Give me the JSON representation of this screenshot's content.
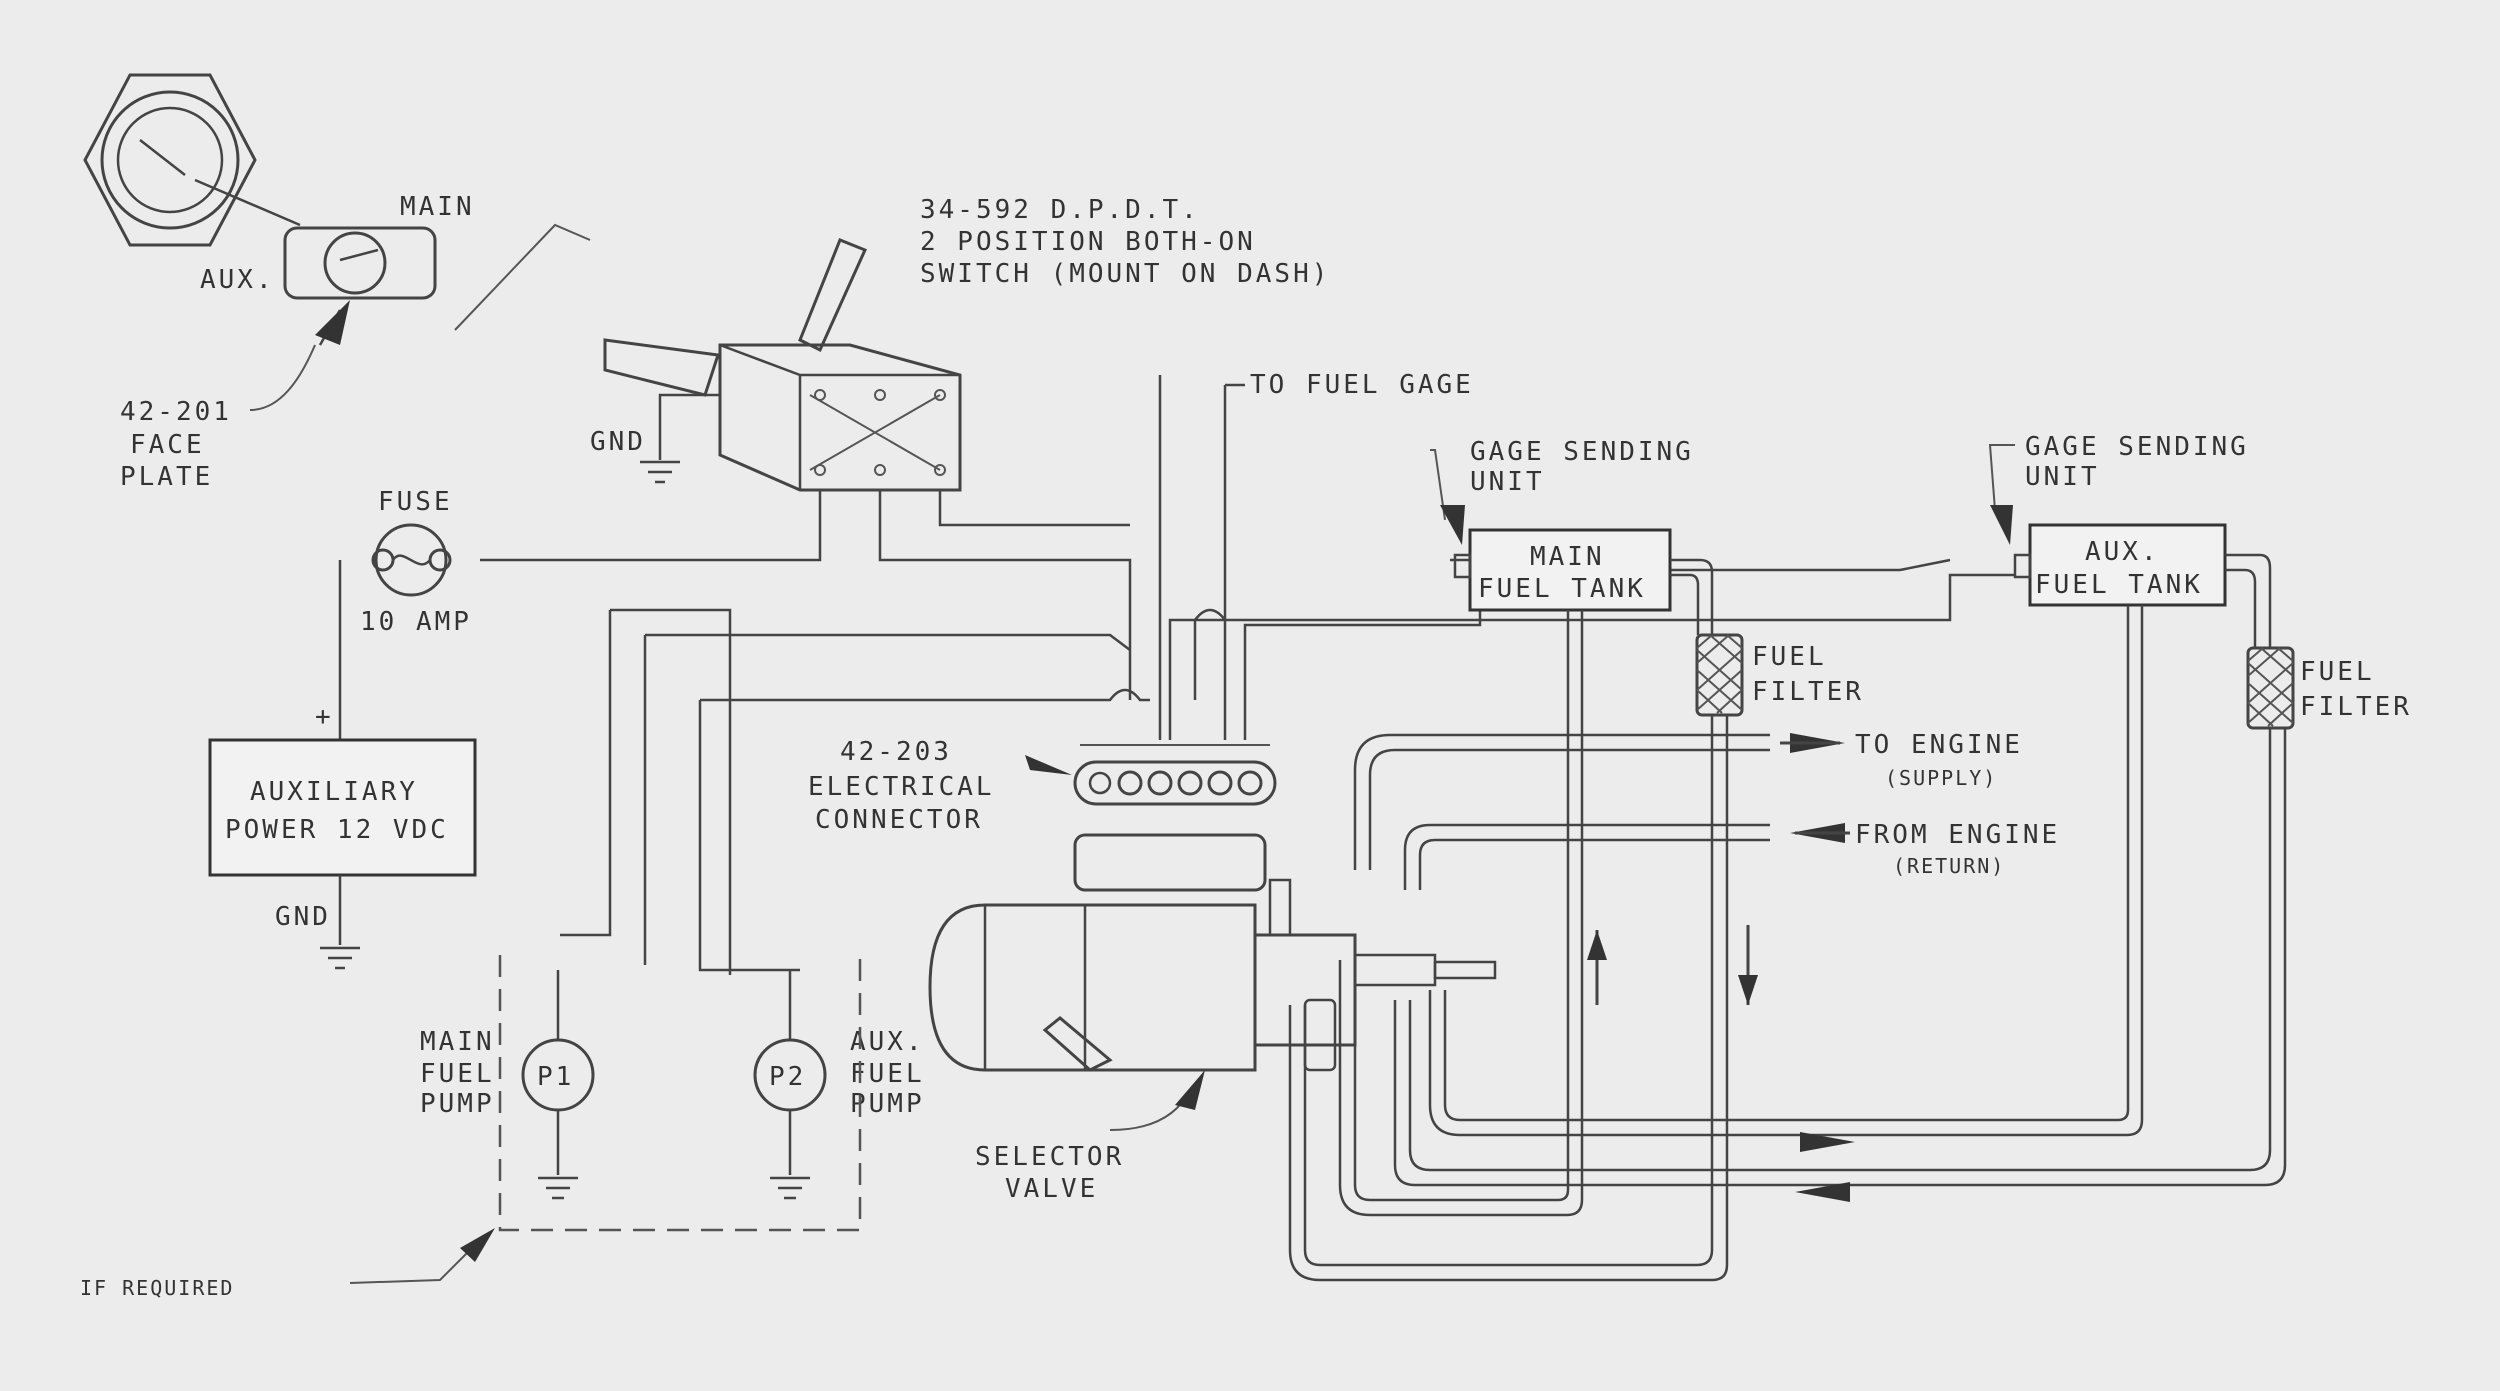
{
  "labels": {
    "main": "MAIN",
    "aux": "AUX.",
    "face_plate_part": "42-201",
    "face_plate_1": "FACE",
    "face_plate_2": "PLATE",
    "switch_1": "34-592 D.P.D.T.",
    "switch_2": "2 POSITION BOTH-ON",
    "switch_3": "SWITCH (MOUNT ON DASH)",
    "gnd": "GND",
    "fuse": "FUSE",
    "fuse_rating": "10 AMP",
    "plus": "+",
    "aux_power_1": "AUXILIARY",
    "aux_power_2": "POWER 12 VDC",
    "to_fuel_gage": "TO FUEL GAGE",
    "gage_sending_1": "GAGE SENDING",
    "gage_sending_2": "UNIT",
    "main_tank_1": "MAIN",
    "main_tank_2": "FUEL TANK",
    "aux_tank_1": "AUX.",
    "aux_tank_2": "FUEL TANK",
    "fuel_filter_1": "FUEL",
    "fuel_filter_2": "FILTER",
    "connector_part": "42-203",
    "connector_1": "ELECTRICAL",
    "connector_2": "CONNECTOR",
    "to_engine": "TO ENGINE",
    "supply": "(SUPPLY)",
    "from_engine": "FROM ENGINE",
    "return": "(RETURN)",
    "p1": "P1",
    "p2": "P2",
    "main_pump_1": "MAIN",
    "main_pump_2": "FUEL",
    "main_pump_3": "PUMP",
    "aux_pump_1": "AUX.",
    "aux_pump_2": "FUEL",
    "aux_pump_3": "PUMP",
    "selector_1": "SELECTOR",
    "selector_2": "VALVE",
    "if_required": "IF REQUIRED"
  }
}
